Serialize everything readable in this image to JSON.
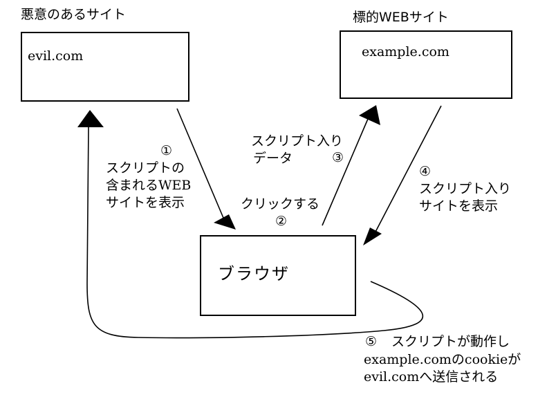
{
  "evil_site": {
    "heading": "悪意のあるサイト",
    "domain": "evil.com"
  },
  "target_site": {
    "heading": "標的WEBサイト",
    "domain": "example.com"
  },
  "browser": {
    "label": "ブラウザ"
  },
  "steps": {
    "step1": {
      "number": "①",
      "lines": [
        "スクリプトの",
        "含まれるWEB",
        "サイトを表示"
      ]
    },
    "step2": {
      "number": "②",
      "text": "クリックする"
    },
    "step3": {
      "number": "③",
      "lines": [
        "スクリプト入り",
        "データ"
      ]
    },
    "step4": {
      "number": "④",
      "lines": [
        "スクリプト入り",
        "サイトを表示"
      ]
    },
    "step5": {
      "number": "⑤",
      "lines": [
        "スクリプトが動作し",
        "example.comのcookieが",
        "evil.comへ送信される"
      ]
    }
  }
}
